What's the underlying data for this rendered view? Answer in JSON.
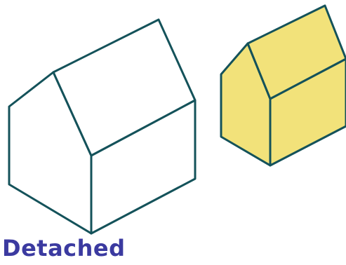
{
  "caption": "Detached",
  "colors": {
    "outline": "#14525A",
    "house_fill": "#FFFFFF",
    "neighbor_fill": "#F2E27A",
    "caption": "#3B3AA0",
    "background": "#FFFFFF"
  },
  "houses": [
    {
      "id": "main-house",
      "fill": "house_fill"
    },
    {
      "id": "neighbor-house",
      "fill": "neighbor_fill"
    }
  ]
}
